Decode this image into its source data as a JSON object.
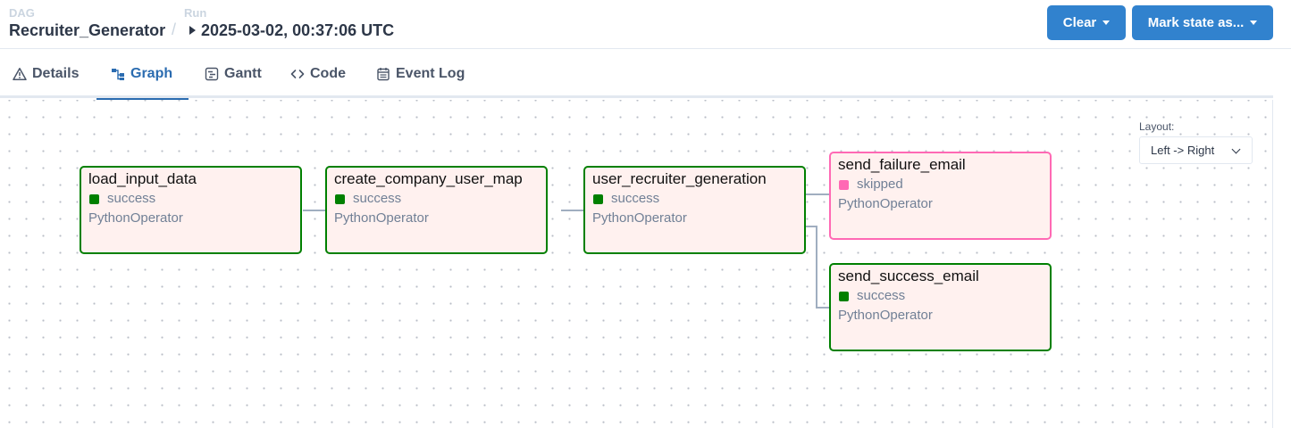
{
  "header": {
    "dag_label": "DAG",
    "dag_name": "Recruiter_Generator",
    "separator": "/",
    "run_label": "Run",
    "run_value": "2025-03-02, 00:37:06 UTC",
    "clear_label": "Clear",
    "mark_state_label": "Mark state as..."
  },
  "tabs": [
    {
      "label": "Details",
      "icon": "warning-triangle-icon",
      "active": false
    },
    {
      "label": "Graph",
      "icon": "graph-icon",
      "active": true
    },
    {
      "label": "Gantt",
      "icon": "gantt-icon",
      "active": false
    },
    {
      "label": "Code",
      "icon": "code-icon",
      "active": false
    },
    {
      "label": "Event Log",
      "icon": "calendar-icon",
      "active": false
    }
  ],
  "layout": {
    "label": "Layout:",
    "selected": "Left -> Right"
  },
  "nodes": [
    {
      "task_id": "load_input_data",
      "state": "success",
      "operator": "PythonOperator"
    },
    {
      "task_id": "create_company_user_map",
      "state": "success",
      "operator": "PythonOperator"
    },
    {
      "task_id": "user_recruiter_generation",
      "state": "success",
      "operator": "PythonOperator"
    },
    {
      "task_id": "send_failure_email",
      "state": "skipped",
      "operator": "PythonOperator"
    },
    {
      "task_id": "send_success_email",
      "state": "success",
      "operator": "PythonOperator"
    }
  ],
  "colors": {
    "accent": "#3182ce",
    "active_tab": "#2b6cb0",
    "success": "#008000",
    "skipped": "#ff69b4",
    "node_bg": "#fff1ef"
  }
}
